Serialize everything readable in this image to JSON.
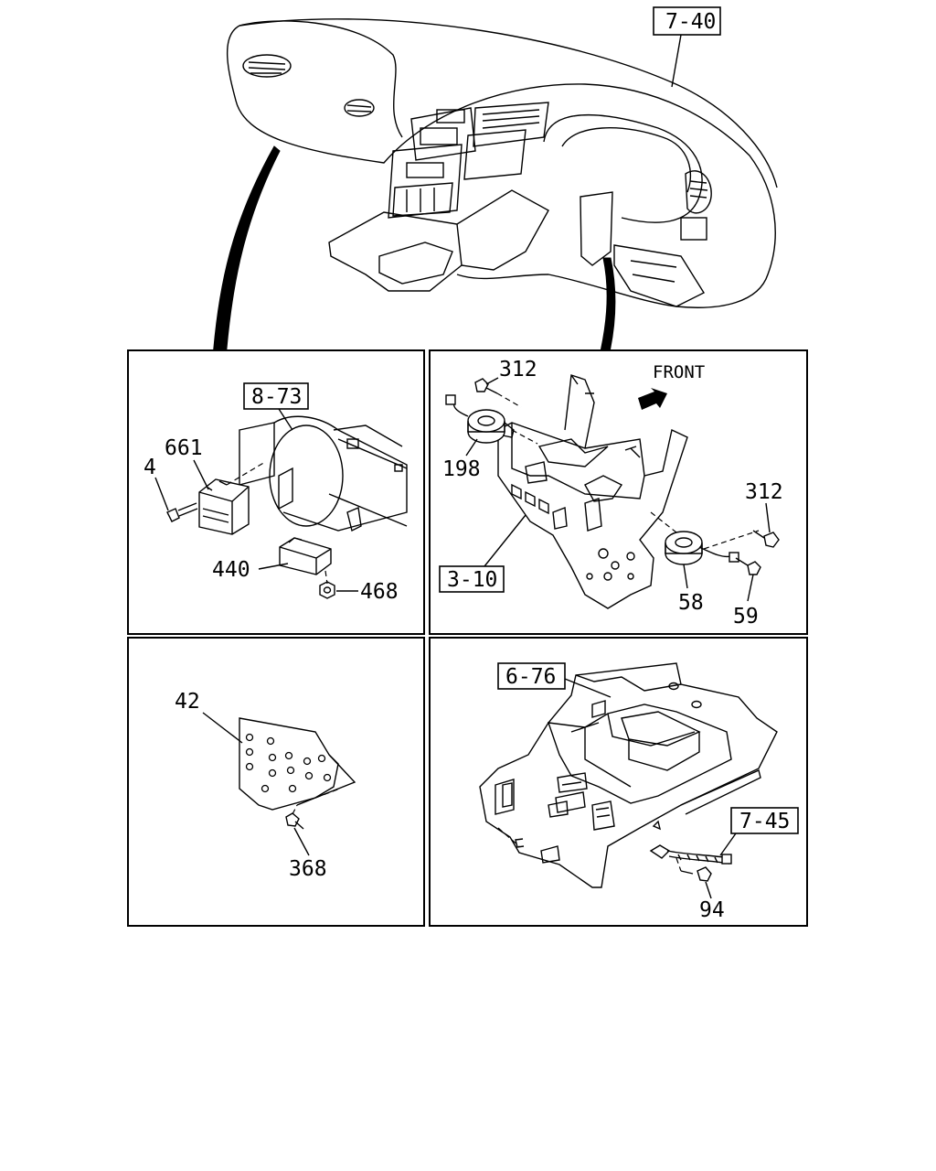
{
  "callouts": {
    "dashboard_ref": "7-40",
    "panel1_ref": "8-73",
    "panel2_ref": "3-10",
    "panel4_ref": "6-76",
    "panel4_ref2": "7-45"
  },
  "labels": {
    "p1_661": "661",
    "p1_4": "4",
    "p1_440": "440",
    "p1_468": "468",
    "p2_312a": "312",
    "p2_front": "FRONT",
    "p2_198": "198",
    "p2_312b": "312",
    "p2_58": "58",
    "p2_59": "59",
    "p3_42": "42",
    "p3_368": "368",
    "p4_94": "94"
  }
}
